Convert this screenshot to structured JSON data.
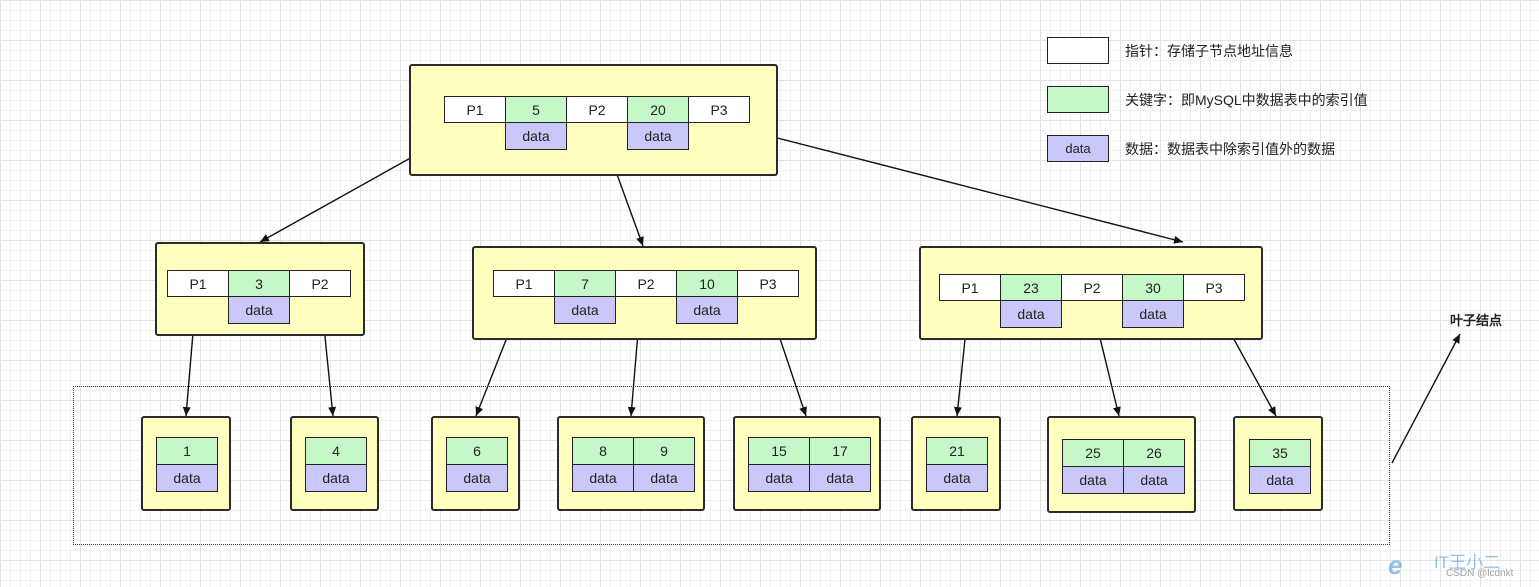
{
  "legend": {
    "pointer": {
      "text": "指针：存储子节点地址信息"
    },
    "key": {
      "text": "关键字：即MySQL中数据表中的索引值"
    },
    "data": {
      "label": "data",
      "text": "数据：数据表中除索引值外的数据"
    }
  },
  "leaf_label": "叶子结点",
  "colors": {
    "node_fill": "#ffffc0",
    "pointer": "#ffffff",
    "key": "#c6f7c9",
    "data": "#c9c8f8"
  },
  "root": {
    "pointers": [
      "P1",
      "P2",
      "P3"
    ],
    "keys": [
      "5",
      "20"
    ],
    "data": [
      "data",
      "data"
    ]
  },
  "internal": [
    {
      "pointers": [
        "P1",
        "P2"
      ],
      "keys": [
        "3"
      ],
      "data": [
        "data"
      ]
    },
    {
      "pointers": [
        "P1",
        "P2",
        "P3"
      ],
      "keys": [
        "7",
        "10"
      ],
      "data": [
        "data",
        "data"
      ]
    },
    {
      "pointers": [
        "P1",
        "P2",
        "P3"
      ],
      "keys": [
        "23",
        "30"
      ],
      "data": [
        "data",
        "data"
      ]
    }
  ],
  "leaves": [
    {
      "keys": [
        "1"
      ],
      "data": [
        "data"
      ]
    },
    {
      "keys": [
        "4"
      ],
      "data": [
        "data"
      ]
    },
    {
      "keys": [
        "6"
      ],
      "data": [
        "data"
      ]
    },
    {
      "keys": [
        "8",
        "9"
      ],
      "data": [
        "data",
        "data"
      ]
    },
    {
      "keys": [
        "15",
        "17"
      ],
      "data": [
        "data",
        "data"
      ]
    },
    {
      "keys": [
        "21"
      ],
      "data": [
        "data"
      ]
    },
    {
      "keys": [
        "25",
        "26"
      ],
      "data": [
        "data",
        "data"
      ]
    },
    {
      "keys": [
        "35"
      ],
      "data": [
        "data"
      ]
    }
  ],
  "watermark": {
    "brand": "IT王小二",
    "site": "CSDN @lcdnkt"
  }
}
